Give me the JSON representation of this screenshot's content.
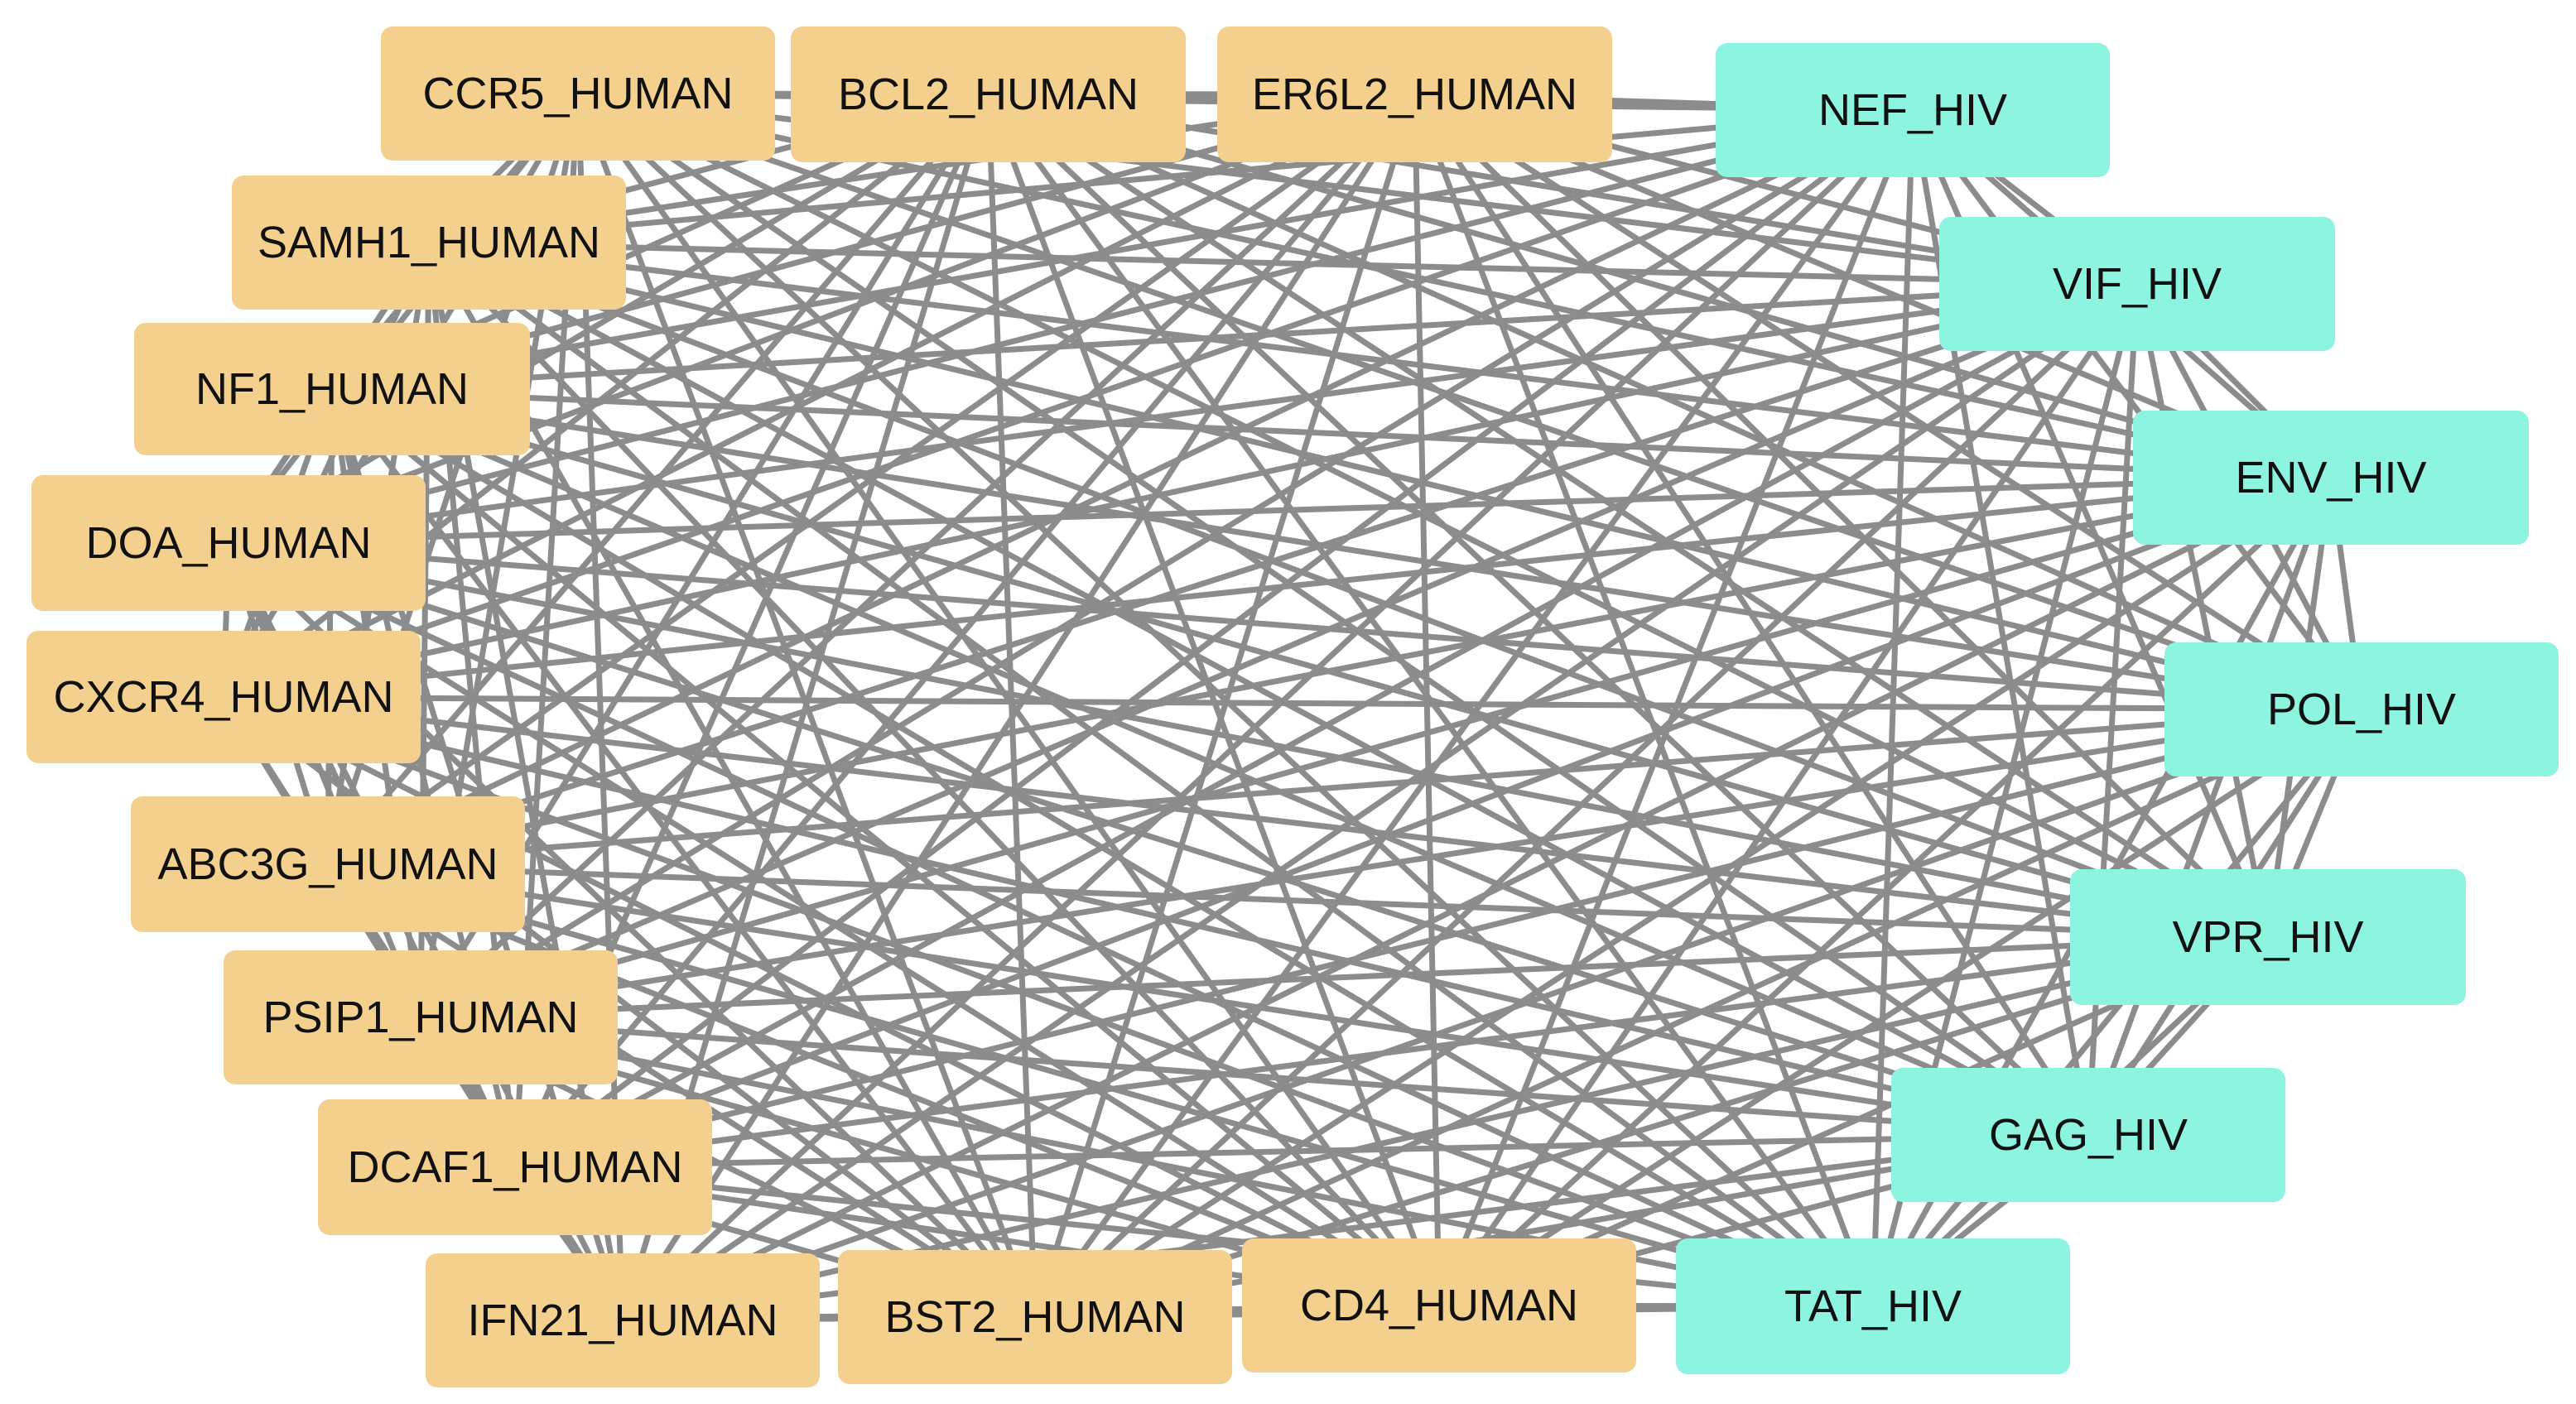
{
  "colors": {
    "human_node": "#f4d08f",
    "hiv_node": "#8df5df",
    "edge": "#8c8c8c",
    "label": "#111111"
  },
  "nodes": [
    {
      "id": "CCR5_HUMAN",
      "label": "CCR5_HUMAN",
      "group": "human"
    },
    {
      "id": "BCL2_HUMAN",
      "label": "BCL2_HUMAN",
      "group": "human"
    },
    {
      "id": "ER6L2_HUMAN",
      "label": "ER6L2_HUMAN",
      "group": "human"
    },
    {
      "id": "NEF_HIV",
      "label": "NEF_HIV",
      "group": "hiv"
    },
    {
      "id": "VIF_HIV",
      "label": "VIF_HIV",
      "group": "hiv"
    },
    {
      "id": "ENV_HIV",
      "label": "ENV_HIV",
      "group": "hiv"
    },
    {
      "id": "POL_HIV",
      "label": "POL_HIV",
      "group": "hiv"
    },
    {
      "id": "VPR_HIV",
      "label": "VPR_HIV",
      "group": "hiv"
    },
    {
      "id": "GAG_HIV",
      "label": "GAG_HIV",
      "group": "hiv"
    },
    {
      "id": "TAT_HIV",
      "label": "TAT_HIV",
      "group": "hiv"
    },
    {
      "id": "CD4_HUMAN",
      "label": "CD4_HUMAN",
      "group": "human"
    },
    {
      "id": "BST2_HUMAN",
      "label": "BST2_HUMAN",
      "group": "human"
    },
    {
      "id": "IFN21_HUMAN",
      "label": "IFN21_HUMAN",
      "group": "human"
    },
    {
      "id": "DCAF1_HUMAN",
      "label": "DCAF1_HUMAN",
      "group": "human"
    },
    {
      "id": "PSIP1_HUMAN",
      "label": "PSIP1_HUMAN",
      "group": "human"
    },
    {
      "id": "ABC3G_HUMAN",
      "label": "ABC3G_HUMAN",
      "group": "human"
    },
    {
      "id": "CXCR4_HUMAN",
      "label": "CXCR4_HUMAN",
      "group": "human"
    },
    {
      "id": "DOA_HUMAN",
      "label": "DOA_HUMAN",
      "group": "human"
    },
    {
      "id": "NF1_HUMAN",
      "label": "NF1_HUMAN",
      "group": "human"
    },
    {
      "id": "SAMH1_HUMAN",
      "label": "SAMH1_HUMAN",
      "group": "human"
    }
  ],
  "edges": "all-pairs"
}
